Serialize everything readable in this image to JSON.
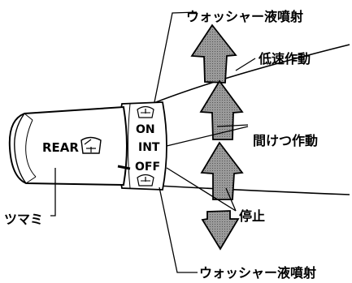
{
  "labels": {
    "washer_top": "ウォッシャー液噴射",
    "low_speed": "低速作動",
    "intermittent": "間けつ作動",
    "stop": "停止",
    "washer_bottom": "ウォッシャー液噴射",
    "knob": "ツマミ"
  },
  "switch": {
    "knob_label": "REAR",
    "positions": [
      "ON",
      "INT",
      "OFF"
    ]
  },
  "icons": {
    "rear_wiper_symbol": "rear-wiper-icon",
    "washer_symbol": "washer-icon"
  },
  "colors": {
    "arrow_fill": "#7a7a7a",
    "outline": "#000000",
    "background": "#ffffff"
  }
}
